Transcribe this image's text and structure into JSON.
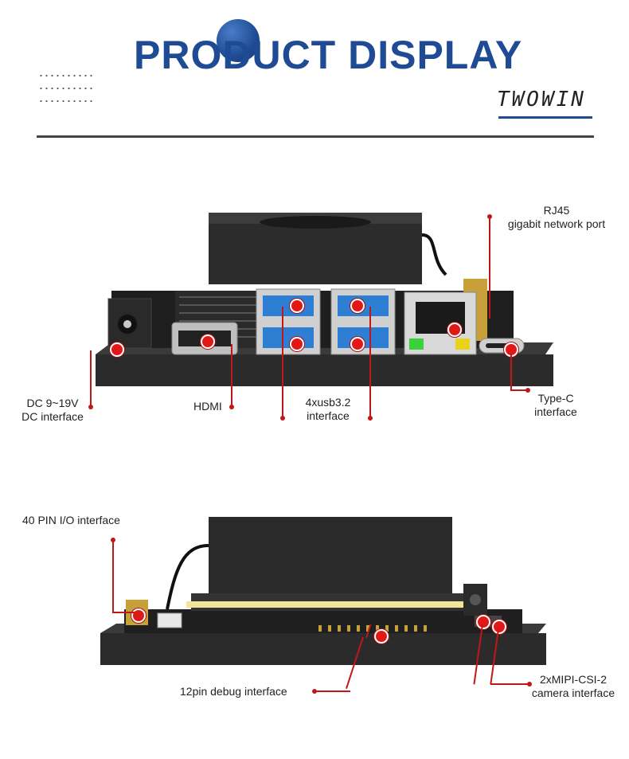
{
  "header": {
    "title": "PRODUCT DISPLAY",
    "brand": "TWOWIN"
  },
  "top_view": {
    "labels": {
      "rj45_line1": "RJ45",
      "rj45_line2": "gigabit network port",
      "dc_line1": "DC 9~19V",
      "dc_line2": "DC interface",
      "hdmi": "HDMI",
      "usb_line1": "4xusb3.2",
      "usb_line2": "interface",
      "typec_line1": "Type-C",
      "typec_line2": "interface"
    }
  },
  "bottom_view": {
    "labels": {
      "gpio": "40 PIN I/O interface",
      "debug": "12pin debug interface",
      "mipi_line1": "2xMIPI-CSI-2",
      "mipi_line2": "camera interface"
    }
  },
  "colors": {
    "title_blue": "#1f4b94",
    "callout_red": "#c01818",
    "usb_blue": "#2e7fd4",
    "board_dark": "#2a2a2a"
  }
}
